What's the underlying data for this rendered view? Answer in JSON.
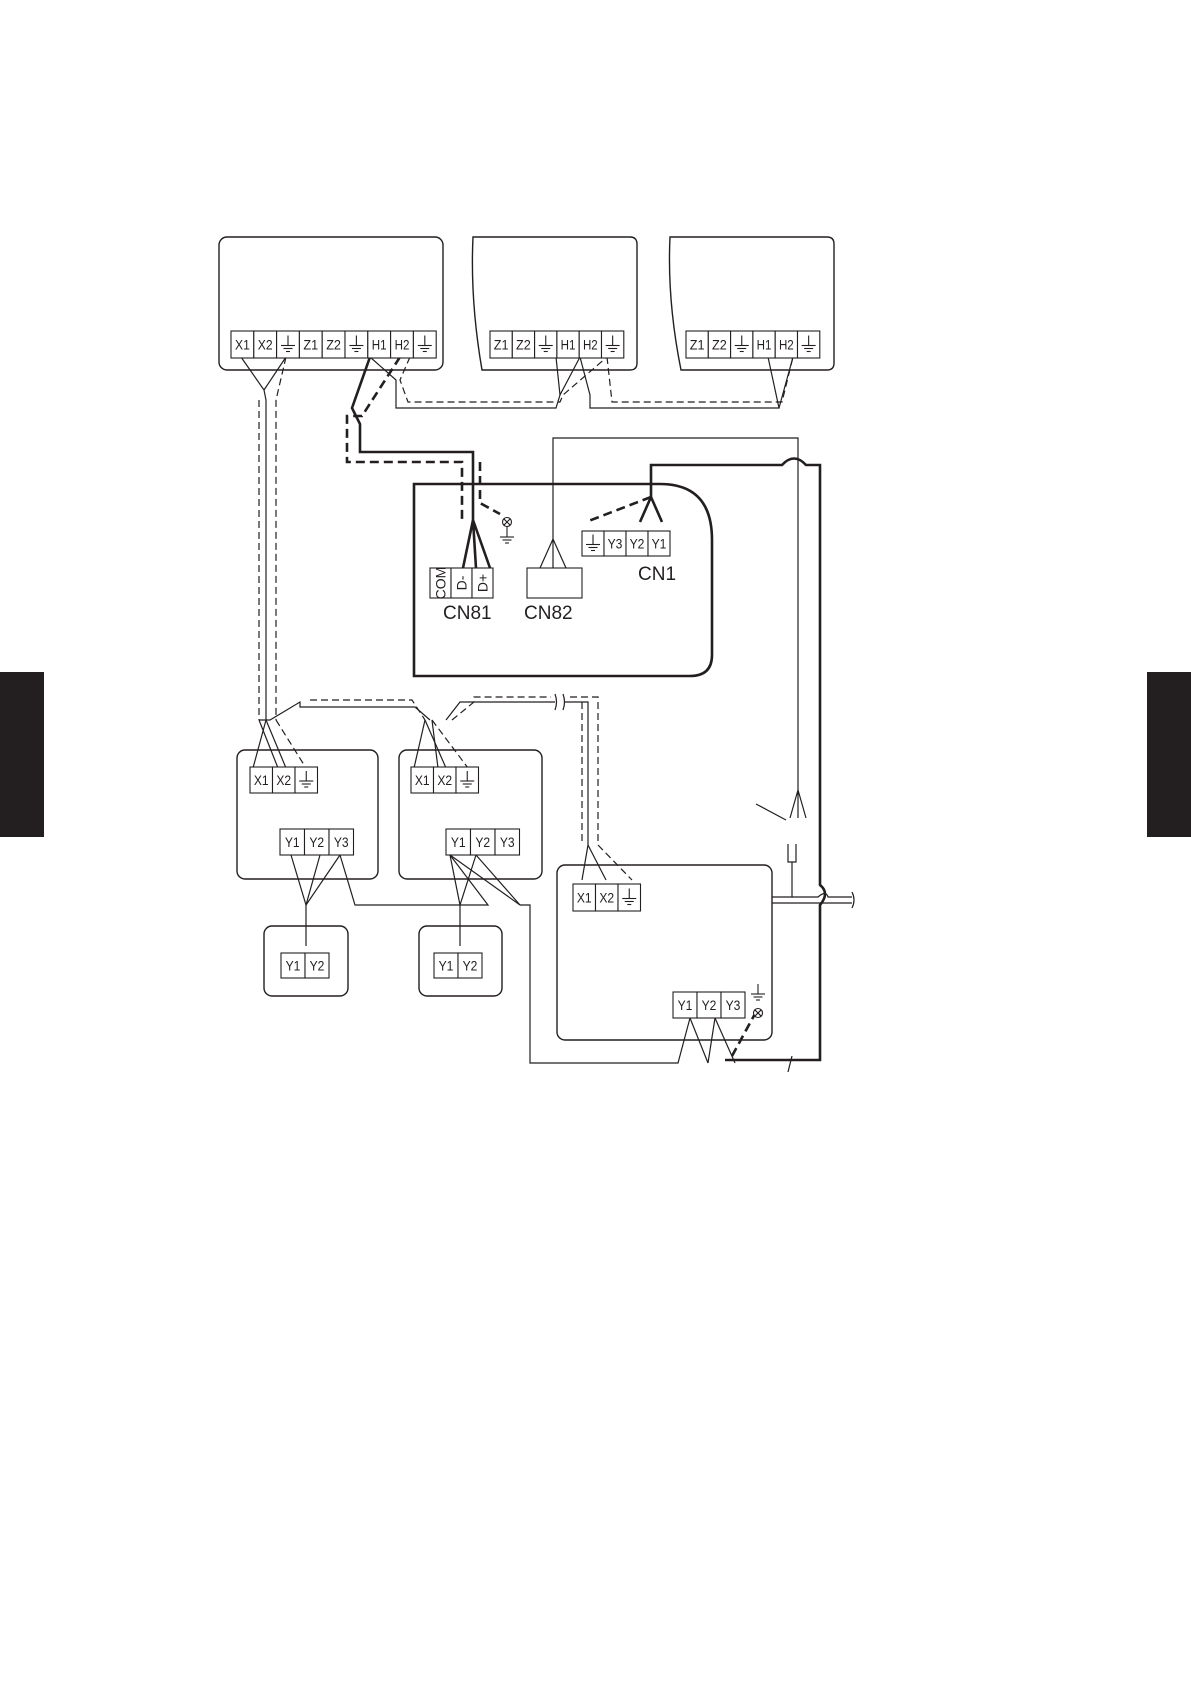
{
  "colors": {
    "ink": "#231f20",
    "paper": "#ffffff"
  },
  "terminals": {
    "outdoor_main": [
      "X1",
      "X2",
      "⏚",
      "Z1",
      "Z2",
      "⏚",
      "H1",
      "H2",
      "⏚"
    ],
    "outdoor_2": [
      "Z1",
      "Z2",
      "⏚",
      "H1",
      "H2",
      "⏚"
    ],
    "outdoor_3": [
      "Z1",
      "Z2",
      "⏚",
      "H1",
      "H2",
      "⏚"
    ],
    "cn1": [
      "⏚",
      "Y3",
      "Y2",
      "Y1"
    ],
    "cn81": [
      "COM",
      "D-",
      "D+"
    ],
    "indoor_x": [
      "X1",
      "X2",
      "⏚"
    ],
    "indoor_y": [
      "Y1",
      "Y2",
      "Y3"
    ],
    "remote": [
      "Y1",
      "Y2"
    ]
  },
  "connectors": {
    "cn81": "CN81",
    "cn82": "CN82",
    "cn1": "CN1"
  },
  "icons": {
    "earth": "earth-ground-icon",
    "screw": "earth-screw-icon",
    "tab": "section-tab"
  }
}
